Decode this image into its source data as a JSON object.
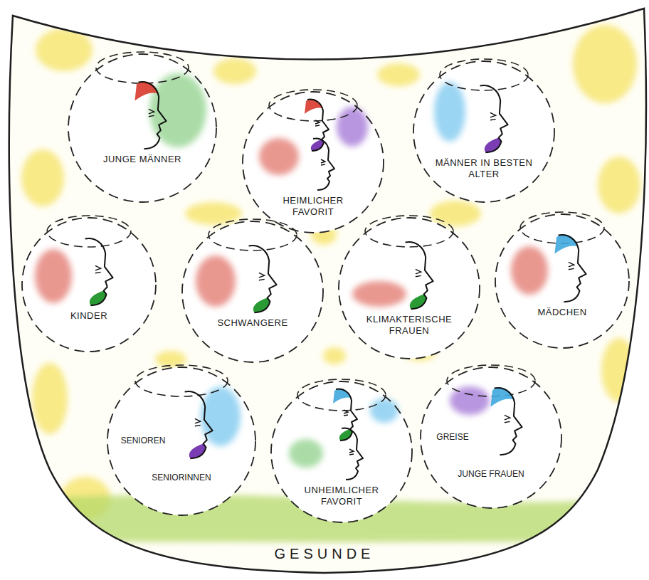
{
  "diagram": {
    "nodes": [
      {
        "text": [
          "GESUNDE"
        ]
      },
      {
        "text": [
          "JUNGE MÄNNER"
        ],
        "in": 0
      },
      {
        "text": [
          "HEIMLICHER FAVORIT"
        ],
        "in": 0
      },
      {
        "text": [
          "MÄNNER IN BESTEN ALTER"
        ],
        "in": 0
      },
      {
        "text": [
          "KINDER"
        ],
        "in": 0
      },
      {
        "text": [
          "SCHWANGERE"
        ],
        "in": 0
      },
      {
        "text": [
          "KLIMAKTERISCHE FRAUEN"
        ],
        "in": 0
      },
      {
        "text": [
          "MÄDCHEN"
        ],
        "in": 0
      },
      {
        "text": [
          "SENIOREN",
          "SENIORINNEN"
        ],
        "in": 0
      },
      {
        "text": [
          "UNHEIMLICHER FAVORIT"
        ],
        "in": 0
      },
      {
        "text": [
          "GREISE",
          "JUNGE FRAUEN"
        ],
        "in": 0
      }
    ]
  }
}
